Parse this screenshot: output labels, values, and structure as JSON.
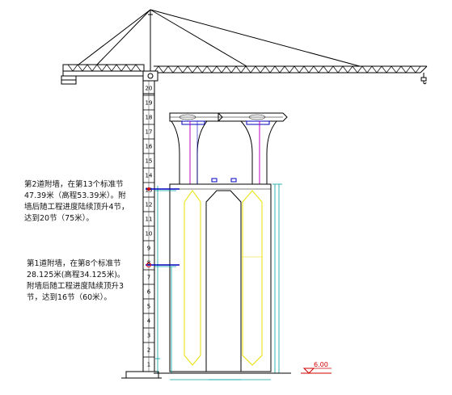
{
  "notes": {
    "wall2": {
      "line1": "第2道附墙，在第13个标准节",
      "line2": "47.39米（高程53.39米）。附",
      "line3": "墙后随工程进度陆续顶升4节，",
      "line4": "达到20节（75米）。"
    },
    "wall1": {
      "line1": "第1道附墙，在第8个标准节",
      "line2": "28.125米(高程34.125米)。",
      "line3": "附墙后随工程进度陆续顶升3",
      "line4": "节，达到16节（60米）。"
    }
  },
  "mast": {
    "section_labels": [
      "20",
      "19",
      "18",
      "17",
      "16",
      "15",
      "14",
      "13",
      "12",
      "11",
      "10",
      "9",
      "8",
      "7",
      "6",
      "5",
      "4",
      "3",
      "2",
      "1"
    ]
  },
  "elevation_label": "6.00",
  "colors": {
    "line": "#000000",
    "pier_outline": "#000000",
    "pier_inner": "#e8e000",
    "dimension": "#00a0a0",
    "tie_blue": "#0000c0",
    "red_marker": "#d00000",
    "magenta": "#c000c0"
  }
}
